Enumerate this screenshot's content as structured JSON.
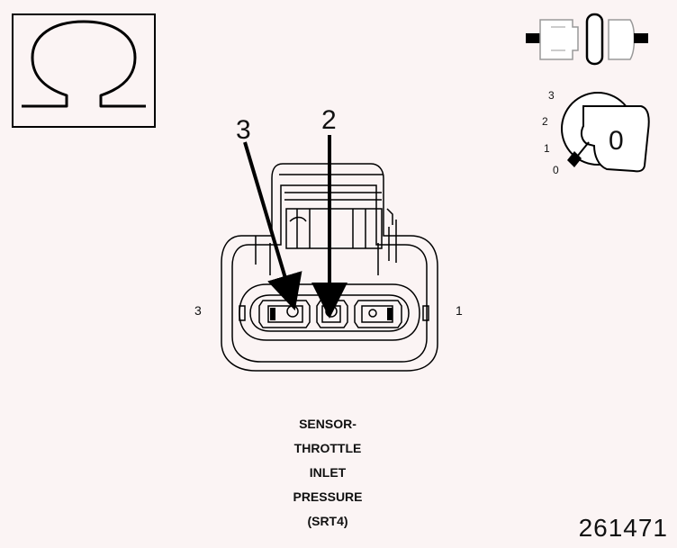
{
  "ohmmeter_icon": {
    "symbol": "Ω",
    "icon": "ohm-meter-icon"
  },
  "connector_icon": {
    "icon": "connector-disconnected-icon"
  },
  "ignition_icon": {
    "icon": "ignition-key-icon",
    "positions": [
      "3",
      "2",
      "1",
      "0"
    ],
    "key_setting": "0"
  },
  "connector": {
    "callouts": [
      "3",
      "2"
    ],
    "side_left": "3",
    "side_right": "1"
  },
  "caption": {
    "lines": [
      "SENSOR-",
      "THROTTLE",
      "INLET",
      "PRESSURE",
      "(SRT4)"
    ]
  },
  "figure_number": "261471"
}
